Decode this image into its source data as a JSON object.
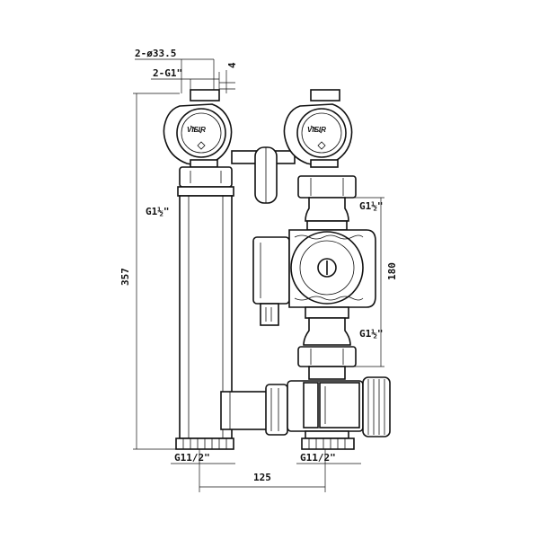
{
  "labels": {
    "dia_top": "2-ø33.5",
    "thread_top": "2-G1\"",
    "gap_top": "4",
    "left_union": "G1½\"",
    "right_union_top": "G1½\"",
    "right_union_bottom": "G1½\"",
    "height_total": "357",
    "height_pump": "180",
    "bottom_left": "G11/2\"",
    "bottom_right": "G11/2\"",
    "spacing": "125"
  },
  "brand": "VIEIR"
}
